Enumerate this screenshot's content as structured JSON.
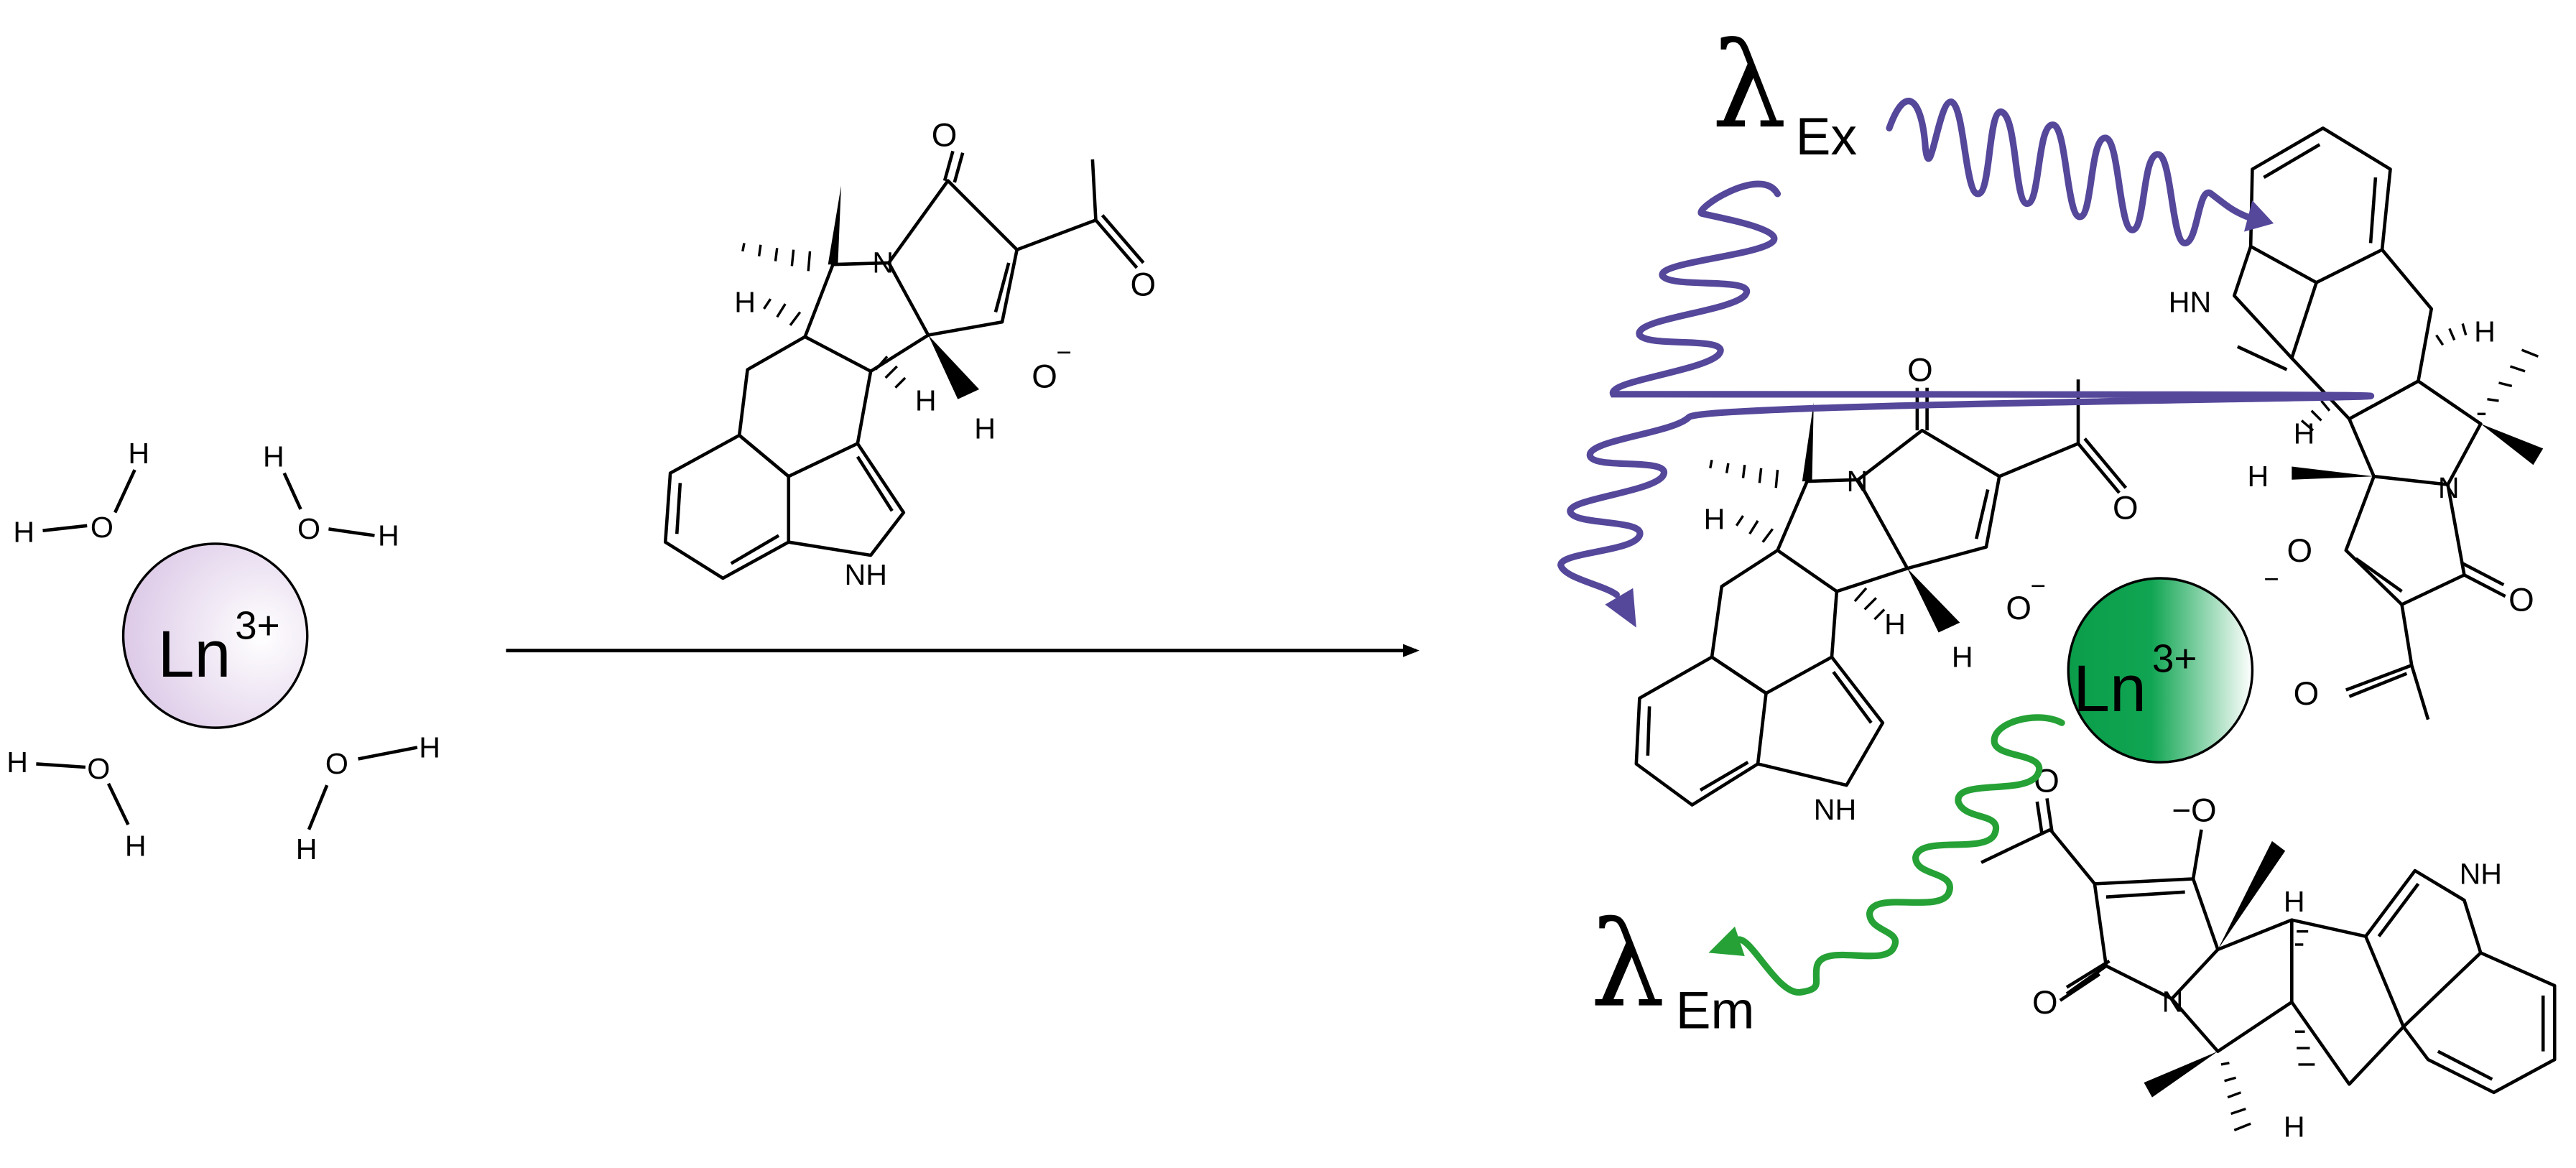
{
  "colors": {
    "ink": "#000000",
    "excitation": "#55479a",
    "emission": "#25a136",
    "ion_reactant_fill": "#dcc9e7",
    "ion_product_fill": "#0b9d4a"
  },
  "reactant_ion": {
    "symbol": "Ln",
    "charge": "3+"
  },
  "product_ion": {
    "symbol": "Ln",
    "charge": "3+"
  },
  "water": {
    "hydrogen": "H",
    "oxygen": "O"
  },
  "ligand_atoms": {
    "oxygen": "O",
    "nitrogen": "N",
    "nh": "NH",
    "hn": "HN",
    "hydrogen": "H",
    "oxide": "O",
    "minus": "−",
    "minus_o": "−O"
  },
  "excitation_label": {
    "lambda": "λ",
    "subscript": "Ex"
  },
  "emission_label": {
    "lambda": "λ",
    "subscript": "Em"
  }
}
